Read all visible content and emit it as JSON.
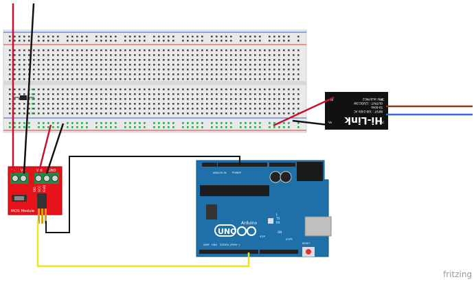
{
  "mosfet_module": {
    "top_labels": [
      "V-",
      "V+",
      "VIN",
      "GND"
    ],
    "side_labels": [
      "SIG",
      "VCC",
      "GND"
    ],
    "name": "MOS Module"
  },
  "hlk_module": {
    "brand": "Hi-Link",
    "lines": [
      "INPUT : 100-240V AC",
      "50-60Hz",
      "OUTPUT : 12VDC/3W",
      "P/N: HLK-PM12"
    ],
    "pins_left": [
      "-Vo",
      "+Vo"
    ],
    "pins_right": [
      "AC",
      "AC"
    ]
  },
  "arduino": {
    "brand": "Arduino",
    "model": "UNO",
    "labels": [
      "POWER",
      "ANALOG IN",
      "DIGITAL (PWM~)",
      "ICSP",
      "ICSP2",
      "RESET",
      "TX",
      "RX",
      "L",
      "ON",
      "AREF",
      "GND"
    ]
  },
  "watermark": "fritzing",
  "colors": {
    "red": "#c8102e",
    "black": "#111111",
    "yellow": "#f0e020",
    "brown": "#8a3a12",
    "blue": "#2c6fd6",
    "board": "#1f6fa8",
    "mos_red": "#e8131a"
  }
}
